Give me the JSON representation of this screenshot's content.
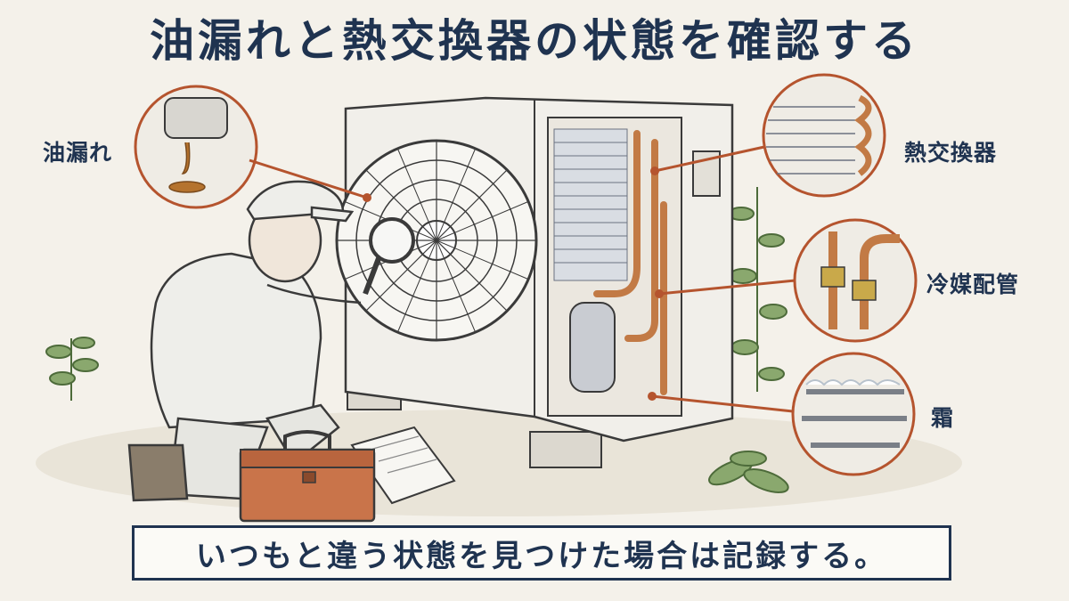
{
  "title": "油漏れと熱交換器の状態を確認する",
  "callouts": {
    "oil_leak": "油漏れ",
    "heat_exchanger": "熱交換器",
    "refrigerant_piping": "冷媒配管",
    "frost": "霜"
  },
  "caption": "いつもと違う状態を見つけた場合は記録する。",
  "colors": {
    "ink": "#1f3350",
    "leader": "#b5542e",
    "copper": "#c27a45",
    "toolbox": "#c9744a",
    "background": "#f4f1ea"
  }
}
